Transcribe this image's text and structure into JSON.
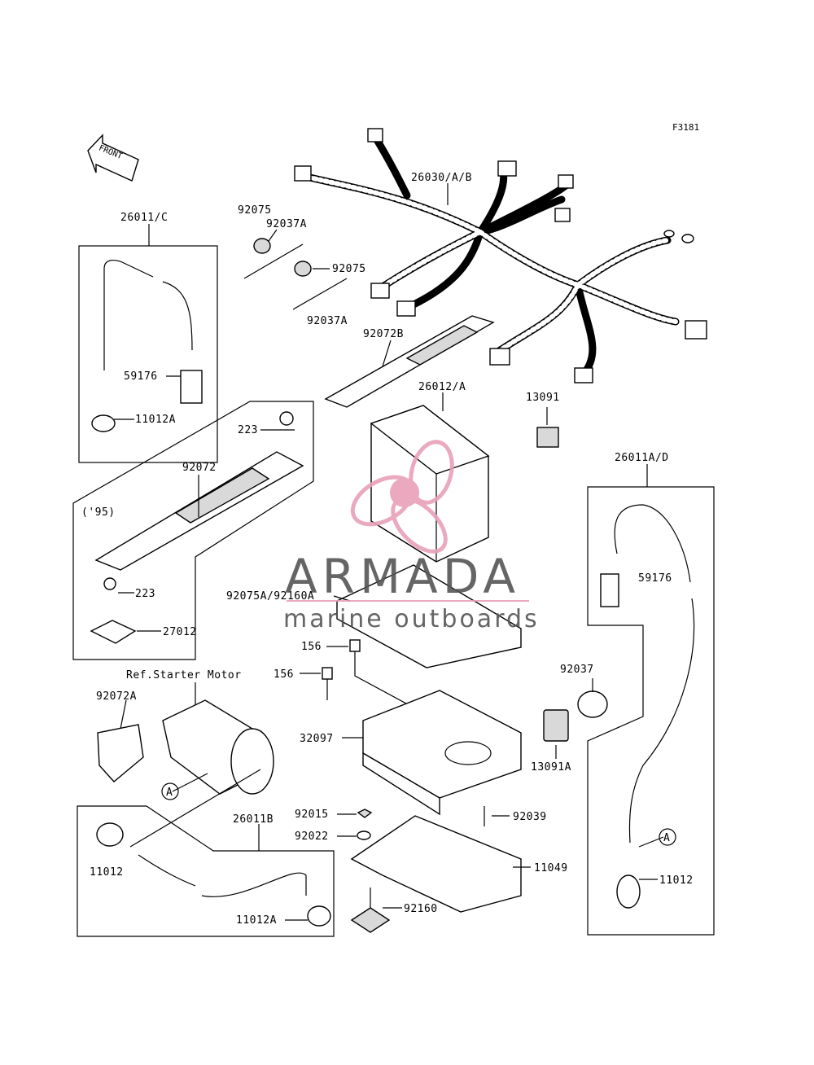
{
  "figure_code": "F3181",
  "front_arrow_label": "FRONT",
  "labels": {
    "harness": "26030/A/B",
    "cable_c": "26011/C",
    "p92075_top": "92075",
    "p92037A_top": "92037A",
    "p92075_mid": "92075",
    "p92037A_low": "92037A",
    "p92072B": "92072B",
    "p26012A": "26012/A",
    "p13091": "13091",
    "p59176_left": "59176",
    "p11012A_left": "11012A",
    "p223_top": "223",
    "p92072": "92072",
    "year95": "('95)",
    "p223_low": "223",
    "p27012": "27012",
    "cable_ad": "26011A/D",
    "p59176_right": "59176",
    "p92075A_92160A": "92075A/92160A",
    "p156_a": "156",
    "p156_b": "156",
    "ref_starter": "Ref.Starter Motor",
    "p92072A": "92072A",
    "p92037": "92037",
    "p32097": "32097",
    "p13091A": "13091A",
    "circleA_left": "A",
    "p92015": "92015",
    "p92039": "92039",
    "p26011B": "26011B",
    "p92022": "92022",
    "p11049": "11049",
    "p11012_left": "11012",
    "p11012A_bottom": "11012A",
    "p92160": "92160",
    "circleA_right": "A",
    "p11012_right": "11012"
  },
  "watermark": {
    "brand": "ARMADA",
    "tagline": "marine outboards",
    "color": "#e8a0b8"
  }
}
